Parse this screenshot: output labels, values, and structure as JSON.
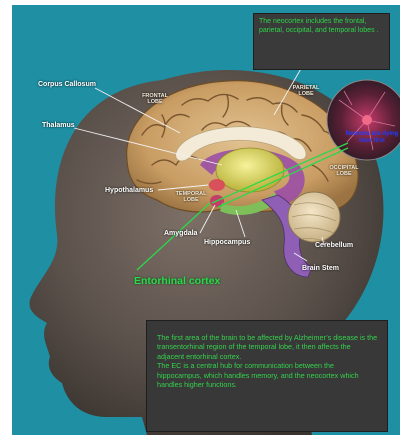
{
  "labels": {
    "corpus_callosum": "Corpus Callosum",
    "thalamus": "Thalamus",
    "hypothalamus": "Hypothalamus",
    "amygdala": "Amygdala",
    "hippocampus": "Hippocampus",
    "cerebellum": "Cerebellum",
    "brain_stem": "Brain Stem",
    "frontal_lobe": "FRONTAL LOBE",
    "parietal_lobe": "PARIETAL LOBE",
    "occipital_lobe": "OCCIPITAL LOBE",
    "temporal_lobe": "TEMPORAL LOBE",
    "entorhinal_cortex": "Entorhinal cortex",
    "neurons_dying": "Neurons are dying here first"
  },
  "top_box": {
    "text": "The neocortex includes the frontal, parietal, occipital, and temporal lobes ."
  },
  "bottom_box": {
    "paragraph1": "The first area of the brain to be affected by Alzheimer’s disease is the  transentorhinal region of  the temporal lobe, it then affects the adjacent  entorhinal  cortex.",
    "paragraph2": "The EC is a central hub for communication between the hippocampus,  which handles memory, and the neocortex which handles higher functions."
  },
  "colors": {
    "background": "#1f8fa3",
    "label_green": "#2bd94a",
    "box_fill": "#383838",
    "neuron_label": "#1e3cff"
  }
}
